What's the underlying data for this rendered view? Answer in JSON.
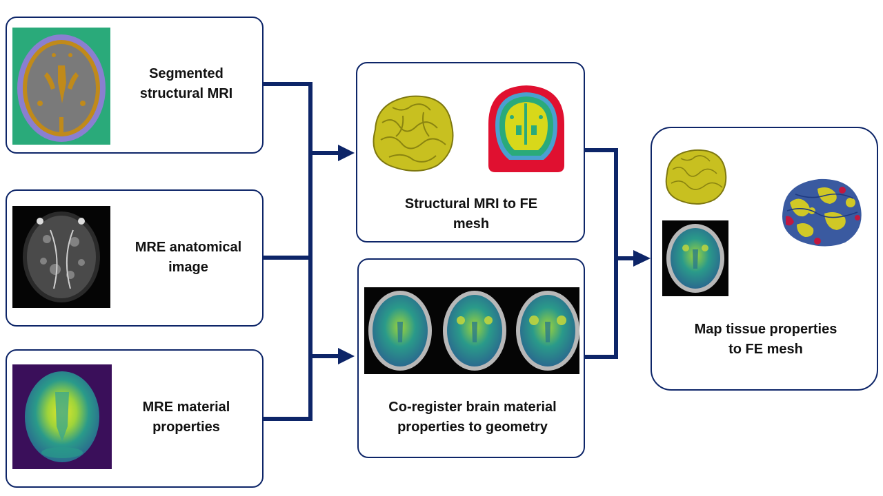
{
  "inputs": {
    "segmented": {
      "line1": "Segmented",
      "line2": "structural MRI"
    },
    "anatomical": {
      "line1": "MRE anatomical",
      "line2": "image"
    },
    "material": {
      "line1": "MRE material",
      "line2": "properties"
    }
  },
  "middle": {
    "structural": {
      "line1": "Structural MRI to FE",
      "line2": "mesh"
    },
    "coregister": {
      "line1": "Co-register brain material",
      "line2": "properties to geometry"
    }
  },
  "output": {
    "line1": "Map tissue properties",
    "line2": "to FE mesh"
  },
  "colors": {
    "arrow": "#0d2568",
    "segment_bg": "#2aaa7a",
    "segment_skull": "#8a7fd0",
    "segment_gray": "#7a7a7a",
    "segment_csf": "#c08a1a",
    "mesh_yellow": "#c8c020",
    "coronal_red": "#e01030",
    "coronal_blue": "#4aa0d0",
    "viridis_dark": "#3a0f5a",
    "viridis_teal": "#2a9a8a",
    "viridis_yellow": "#e6e82a"
  }
}
